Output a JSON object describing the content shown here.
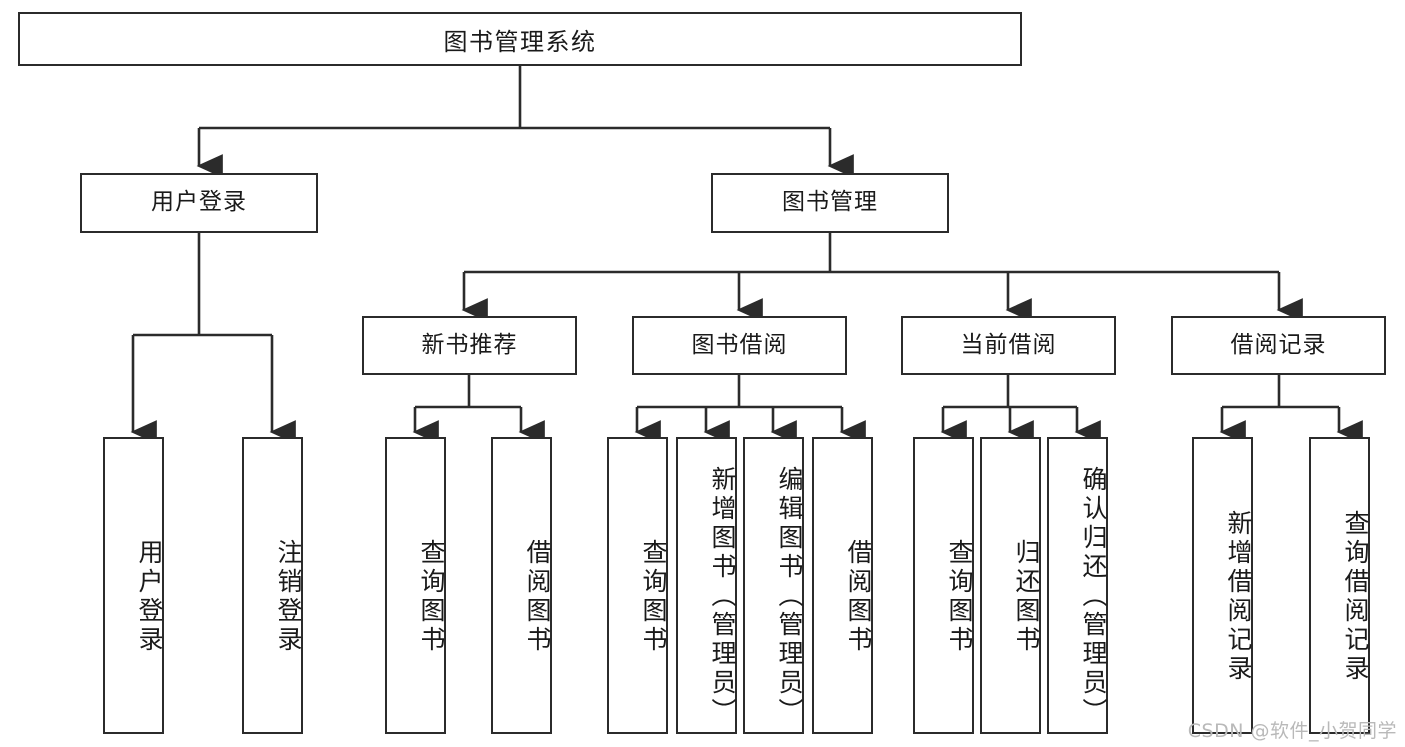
{
  "diagram": {
    "title": "图书管理系统",
    "watermark": "CSDN @软件_小贺同学",
    "colors": {
      "stroke": "#2b2b2b",
      "fill": "#ffffff",
      "text": "#1a1a1a",
      "watermark": "#b9b9b9"
    },
    "root": {
      "label": "图书管理系统"
    },
    "level2": [
      {
        "label": "用户登录"
      },
      {
        "label": "图书管理"
      }
    ],
    "level3": [
      {
        "label": "新书推荐"
      },
      {
        "label": "图书借阅"
      },
      {
        "label": "当前借阅"
      },
      {
        "label": "借阅记录"
      }
    ],
    "leaves": {
      "user_login": [
        {
          "label": "用户登录"
        },
        {
          "label": "注销登录"
        }
      ],
      "new_book": [
        {
          "label": "查询图书"
        },
        {
          "label": "借阅图书"
        }
      ],
      "borrow": [
        {
          "label": "查询图书"
        },
        {
          "label": "新增图书（管理员）"
        },
        {
          "label": "编辑图书（管理员）"
        },
        {
          "label": "借阅图书"
        }
      ],
      "current": [
        {
          "label": "查询图书"
        },
        {
          "label": "归还图书"
        },
        {
          "label": "确认归还（管理员）"
        }
      ],
      "records": [
        {
          "label": "新增借阅记录"
        },
        {
          "label": "查询借阅记录"
        }
      ]
    }
  }
}
